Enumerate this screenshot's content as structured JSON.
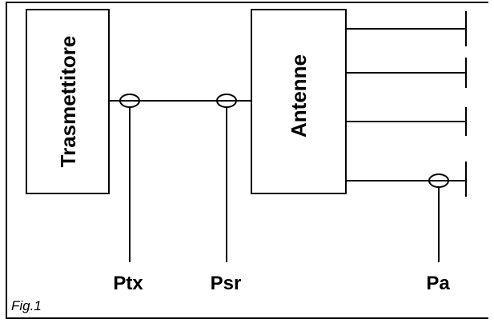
{
  "figure": {
    "caption": "Fig.1"
  },
  "blocks": {
    "transmitter": "Trasmettitore",
    "antennas": "Antenne"
  },
  "probes": {
    "ptx": "Ptx",
    "psr": "Psr",
    "pa": "Pa"
  }
}
